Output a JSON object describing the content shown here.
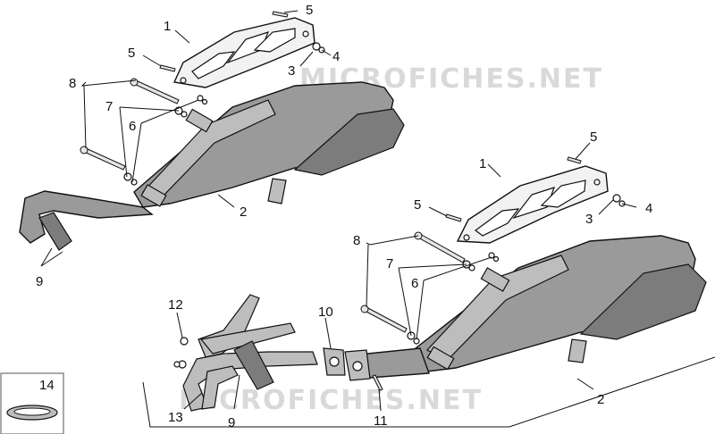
{
  "watermark": "MICROFICHES.NET",
  "callouts": {
    "c1a": "1",
    "c5a": "5",
    "c5b": "5",
    "c4a": "4",
    "c3a": "3",
    "c8a": "8",
    "c7a": "7",
    "c6a": "6",
    "c2a": "2",
    "c9a": "9",
    "c1b": "1",
    "c5c": "5",
    "c5d": "5",
    "c4b": "4",
    "c3b": "3",
    "c8b": "8",
    "c7b": "7",
    "c6b": "6",
    "c10": "10",
    "c12": "12",
    "c13": "13",
    "c9b": "9",
    "c11": "11",
    "c2b": "2",
    "c14": "14"
  }
}
